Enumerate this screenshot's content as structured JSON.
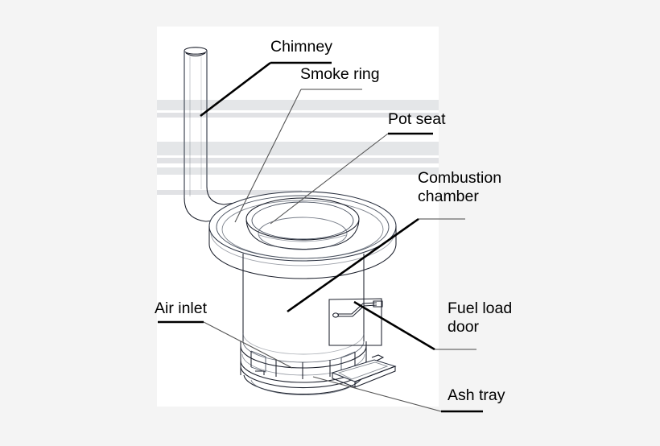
{
  "figure": {
    "kind": "technical-line-drawing",
    "subject": "improved biomass cookstove cutaway",
    "background_color": "#f4f4f4",
    "panel_color": "#ffffff",
    "line_color": "#1b1f2b",
    "text_color": "#000000"
  },
  "labels": [
    {
      "id": "chimney",
      "text": "Chimney",
      "text2": ""
    },
    {
      "id": "smoke-ring",
      "text": "Smoke ring",
      "text2": ""
    },
    {
      "id": "pot-seat",
      "text": "Pot seat",
      "text2": ""
    },
    {
      "id": "combustion-chamber",
      "text": "Combustion",
      "text2": "chamber"
    },
    {
      "id": "fuel-load-door",
      "text": "Fuel load",
      "text2": "door"
    },
    {
      "id": "air-inlet",
      "text": "Air inlet",
      "text2": ""
    },
    {
      "id": "ash-tray",
      "text": "Ash tray",
      "text2": ""
    }
  ],
  "parts": {
    "chimney": "vertical flue pipe with elliptical mouth and lower elbow",
    "smoke_ring": "inner annular ring below pot seat",
    "pot_seat": "outer toroidal rim supporting the pot",
    "combustion_chamber": "cylindrical body below the pot seat",
    "fuel_load_door": "rectangular door panel with latch handle",
    "air_inlet": "slotted grate band at the base",
    "ash_tray": "flat tray protruding from the base front"
  }
}
